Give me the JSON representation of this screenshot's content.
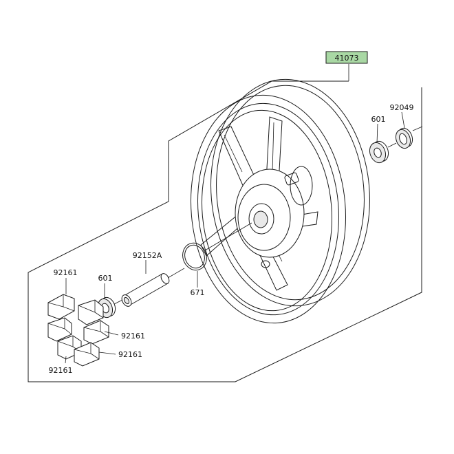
{
  "labels": {
    "assembly": "41073",
    "seal_right": "92049",
    "bearing_right": "601",
    "collar": "92152A",
    "bearing_left": "601",
    "o_ring": "671",
    "damper_top_left": "92161",
    "damper_mid_right": "92161",
    "damper_bottom_right": "92161",
    "damper_bottom_left": "92161"
  },
  "colors": {
    "assembly_badge_fill": "#a9d8a4",
    "line": "#1a1a1a"
  }
}
